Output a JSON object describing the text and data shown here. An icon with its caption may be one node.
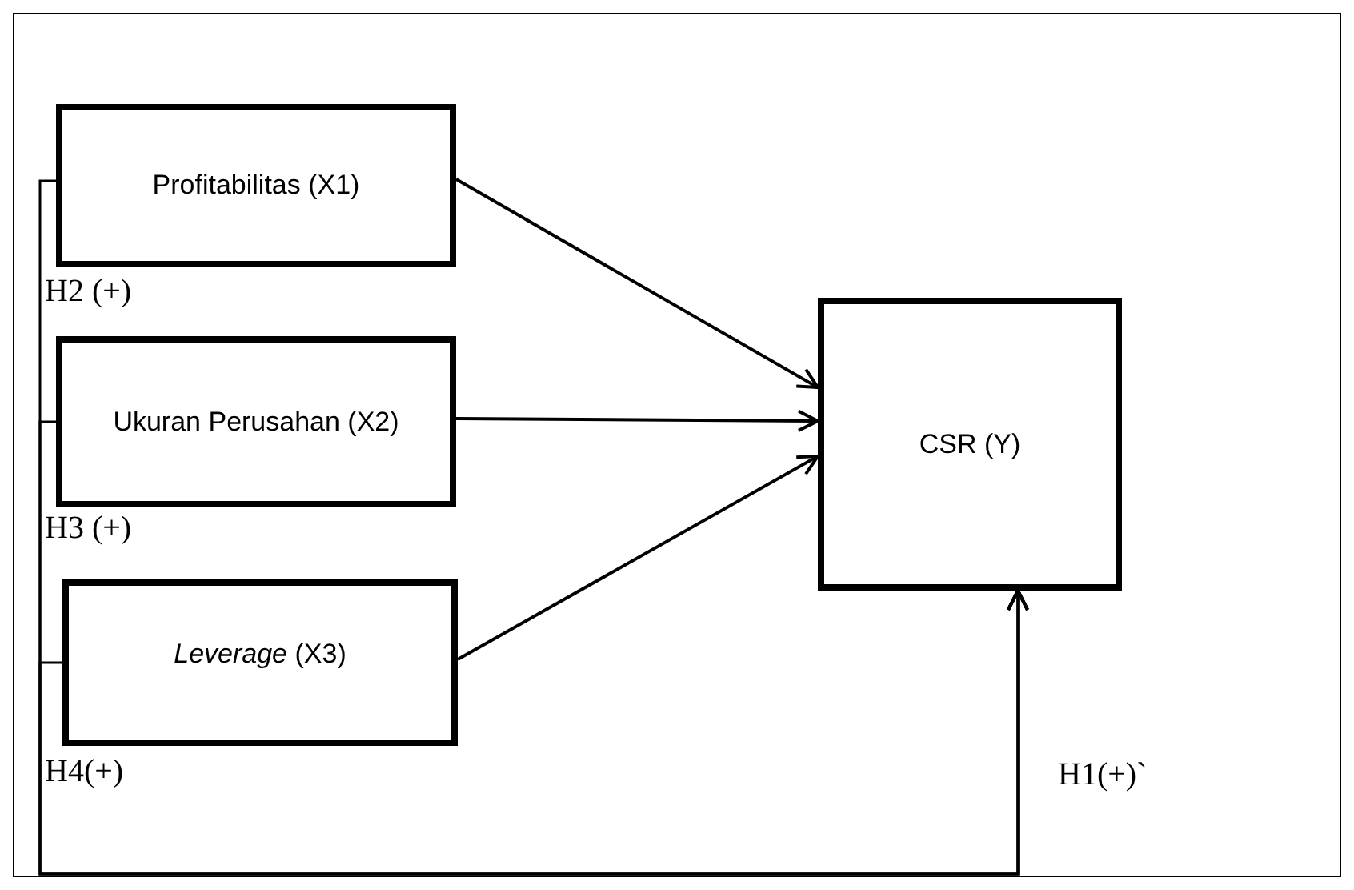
{
  "diagram": {
    "nodes": [
      {
        "text": [
          "Profitabilitas (X1)"
        ]
      },
      {
        "text": [
          "Ukuran Perusahan (X2)"
        ]
      },
      {
        "text": [
          "*Leverage* (X3)"
        ]
      },
      {
        "text": [
          "CSR (Y)"
        ]
      }
    ],
    "edges": [
      {
        "from": 0,
        "to": 3,
        "arrow": "to"
      },
      {
        "from": 1,
        "to": 3,
        "arrow": "to"
      },
      {
        "from": 2,
        "to": 3,
        "arrow": "to"
      },
      {
        "from": 0,
        "to": 3,
        "arrow": "to"
      },
      {
        "from": 1,
        "to": 3,
        "arrow": "to"
      },
      {
        "from": 2,
        "to": 3,
        "arrow": "to"
      }
    ],
    "labels": [
      "H2 (+)",
      "H3 (+)",
      "H4(+)",
      "H1(+)`"
    ]
  }
}
